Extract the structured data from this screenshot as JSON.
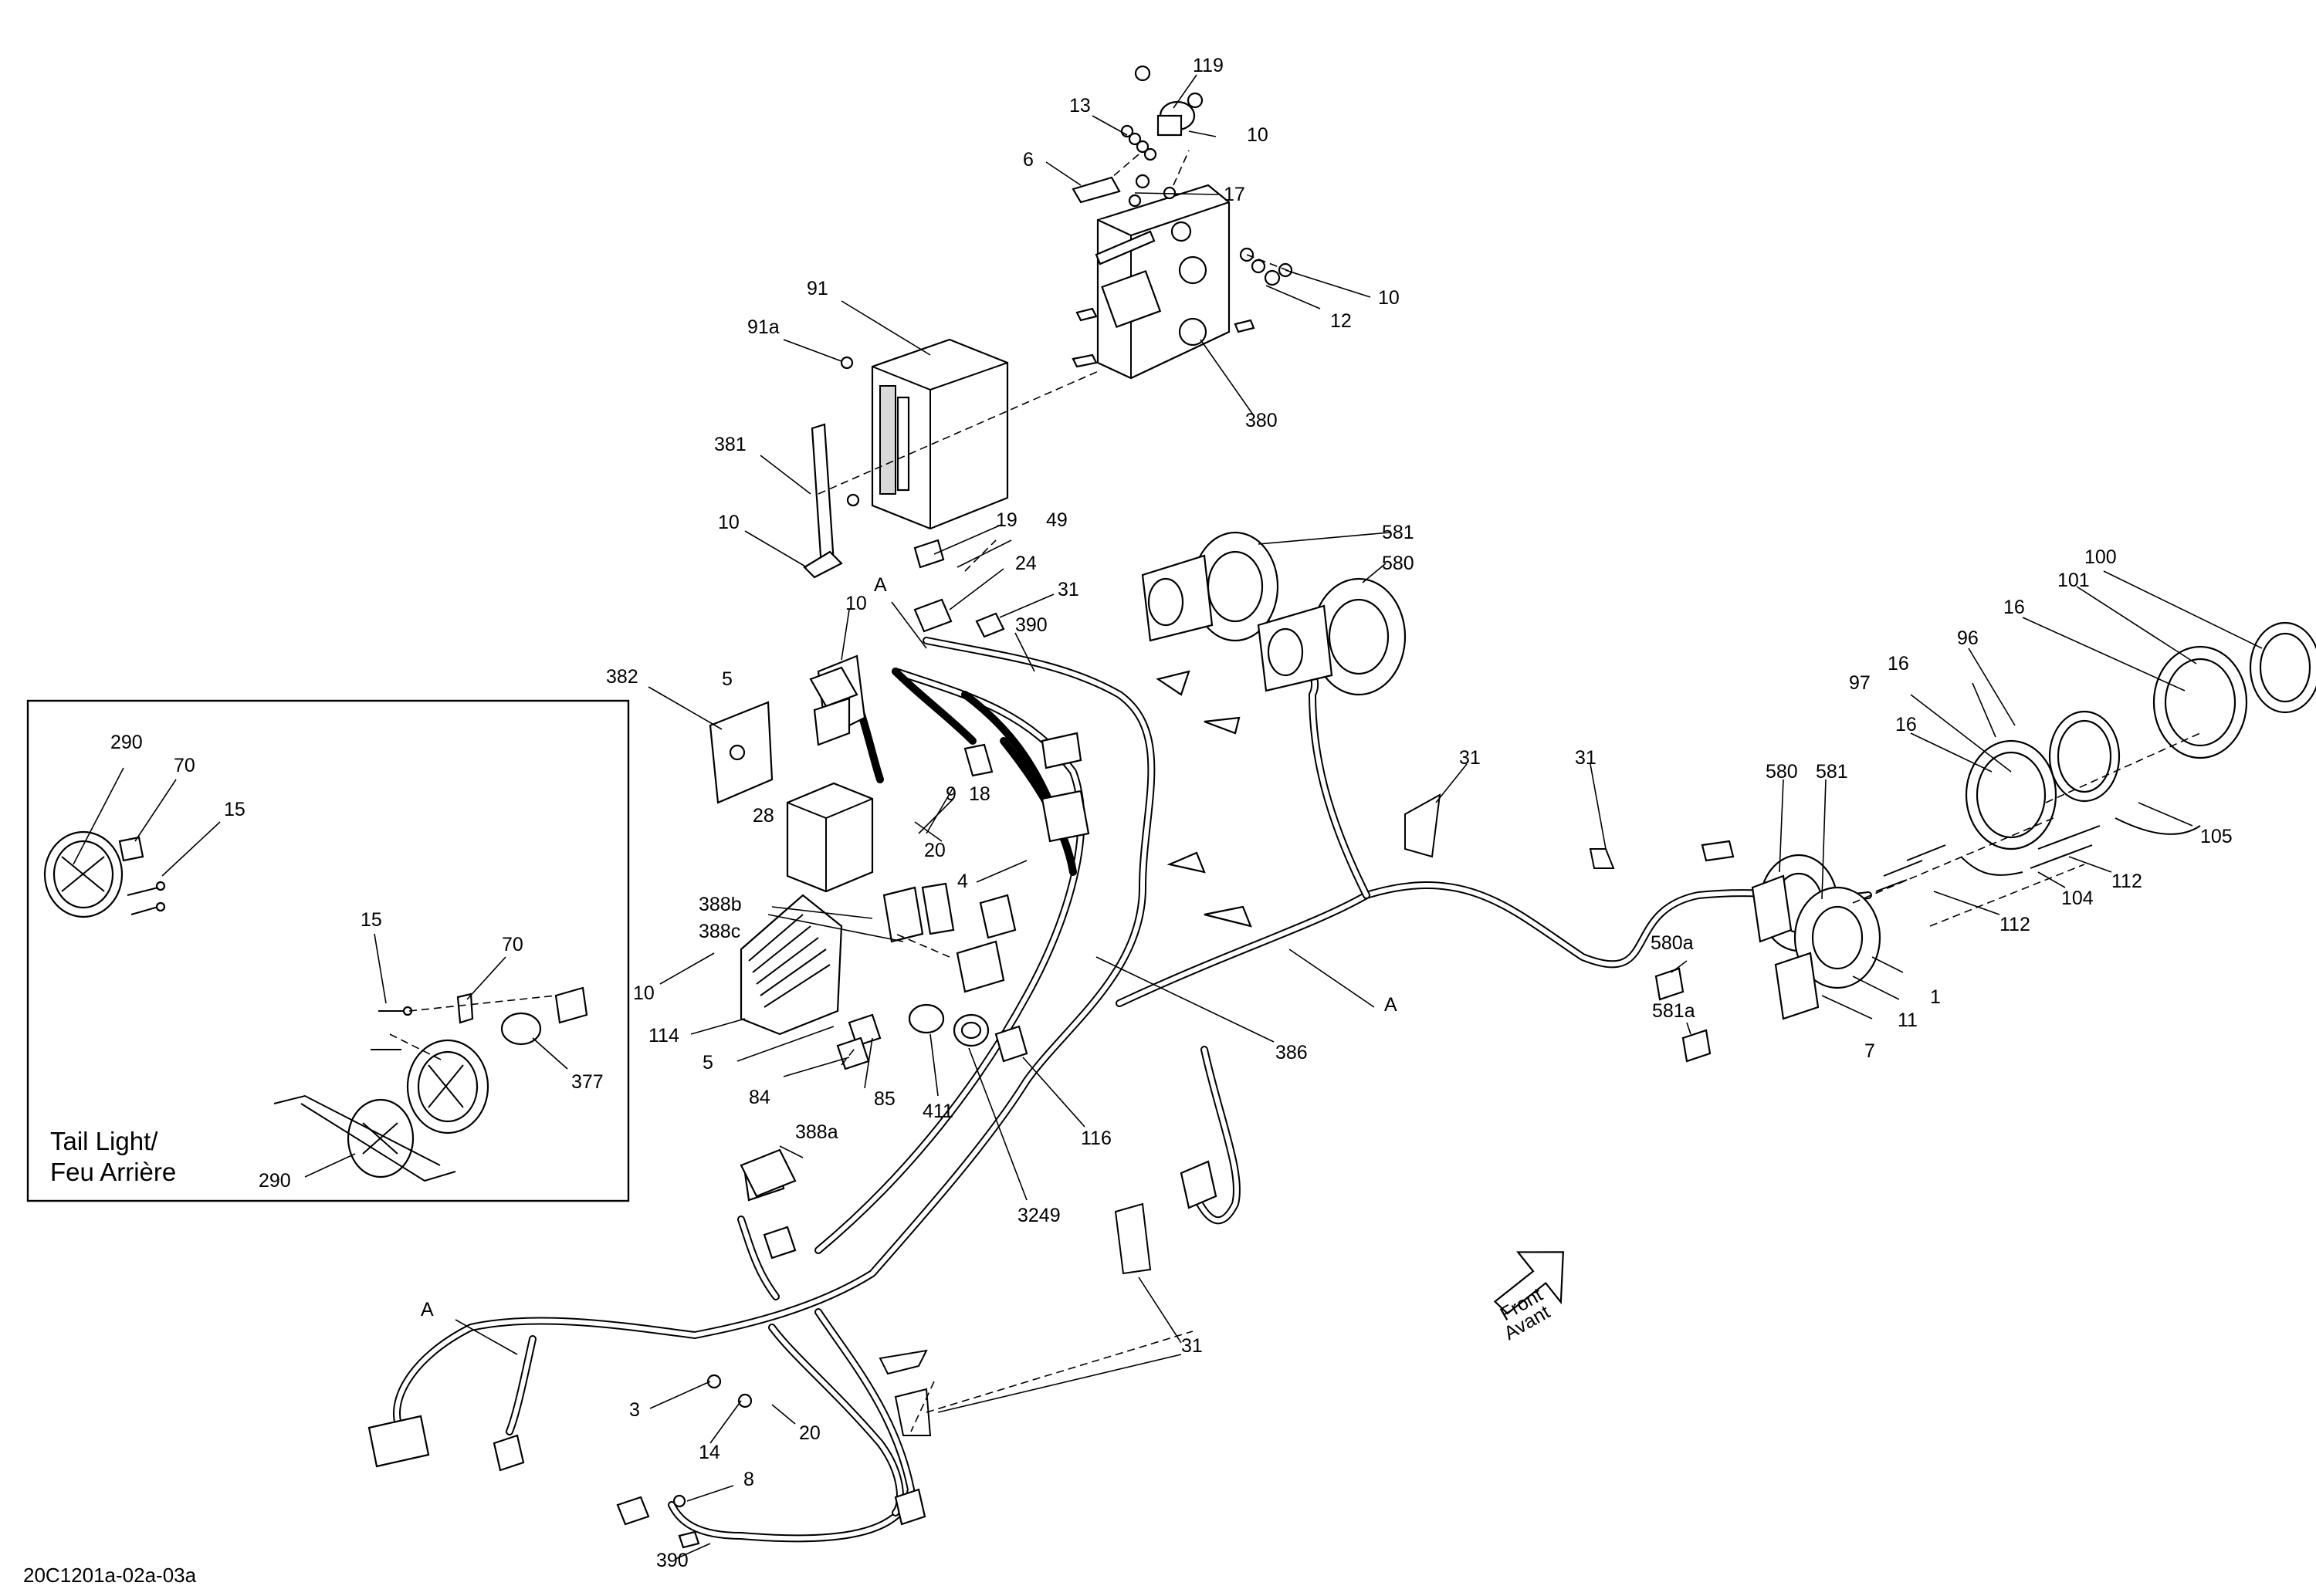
{
  "drawing_code": "20C1201a-02a-03a",
  "inset": {
    "caption_line1": "Tail Light/",
    "caption_line2": "Feu Arrière"
  },
  "front_arrow": {
    "line1": "Front",
    "line2": "Avant"
  },
  "labels": {
    "l119": "119",
    "l13": "13",
    "l10_top": "10",
    "l6": "6",
    "l17": "17",
    "l10_right": "10",
    "l12": "12",
    "l380": "380",
    "l91": "91",
    "l91a": "91a",
    "l381": "381",
    "l10_381": "10",
    "l19": "19",
    "l49": "49",
    "l24": "24",
    "lA_top": "A",
    "l10_mid": "10",
    "l31_mid": "31",
    "l390_top": "390",
    "l382": "382",
    "l5_top": "5",
    "l28": "28",
    "l9": "9",
    "l18": "18",
    "l20_mid": "20",
    "l4": "4",
    "l388b": "388b",
    "l388c": "388c",
    "l10_left": "10",
    "l114": "114",
    "l5_bot": "5",
    "l84": "84",
    "l85": "85",
    "l411": "411",
    "l116": "116",
    "l3249": "3249",
    "l386": "386",
    "l388a": "388a",
    "lA_right": "A",
    "lA_bottom": "A",
    "l31_bottom": "31",
    "l3": "3",
    "l14": "14",
    "l20_bot": "20",
    "l8": "8",
    "l390_bot": "390",
    "l581_top": "581",
    "l580_top": "580",
    "l31_r1": "31",
    "l31_r2": "31",
    "l580_right": "580",
    "l581_right": "581",
    "l100": "100",
    "l101": "101",
    "l16_a": "16",
    "l96": "96",
    "l16_b": "16",
    "l97": "97",
    "l16_c": "16",
    "l105": "105",
    "l104": "104",
    "l112_a": "112",
    "l112_b": "112",
    "l1": "1",
    "l11": "11",
    "l7": "7",
    "l580a": "580a",
    "l581a": "581a",
    "l290_top": "290",
    "l70_top": "70",
    "l15_top": "15",
    "l15_mid": "15",
    "l70_mid": "70",
    "l377": "377",
    "l290_bot": "290"
  }
}
